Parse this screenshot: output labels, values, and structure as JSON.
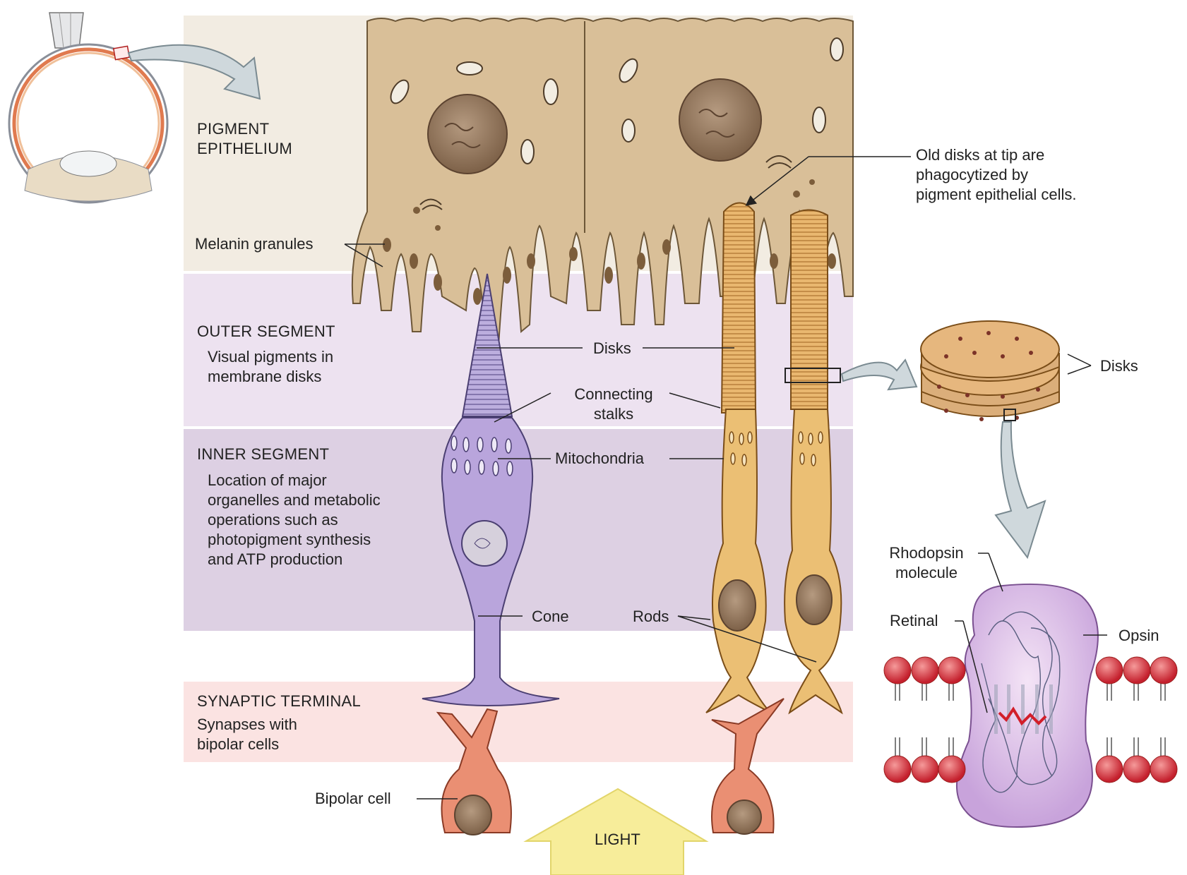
{
  "colors": {
    "pigment_band": "#f2ece2",
    "outer_band": "#ede2f0",
    "inner_band": "#ddd0e3",
    "synaptic_band": "#fbe3e2",
    "epithelium_cell": "#d9bf98",
    "cone": "#b7a3d8",
    "rod": "#eac077",
    "bipolar": "#ea8f73",
    "rhodopsin": "#dcc2ea",
    "phospholipid_head": "#d9313c",
    "light_arrow": "#f7ed9a"
  },
  "labels": {
    "pigment_epithelium": "PIGMENT\nEPITHELIUM",
    "melanin_granules": "Melanin granules",
    "outer_segment": "OUTER SEGMENT",
    "outer_segment_desc": "Visual pigments in\nmembrane disks",
    "inner_segment": "INNER SEGMENT",
    "inner_segment_desc": "Location of major\norganelles and metabolic\noperations such as\nphotopigment synthesis\nand ATP production",
    "synaptic_terminal": "SYNAPTIC TERMINAL",
    "synaptic_desc": "Synapses with\nbipolar cells",
    "bipolar_cell": "Bipolar cell",
    "light": "LIGHT",
    "disks": "Disks",
    "connecting_stalks": "Connecting\nstalks",
    "mitochondria": "Mitochondria",
    "cone": "Cone",
    "rods": "Rods",
    "old_disks": "Old disks at tip are\nphagocytized by\npigment epithelial cells.",
    "disks_right": "Disks",
    "rhodopsin_molecule": "Rhodopsin\nmolecule",
    "retinal": "Retinal",
    "opsin": "Opsin"
  }
}
